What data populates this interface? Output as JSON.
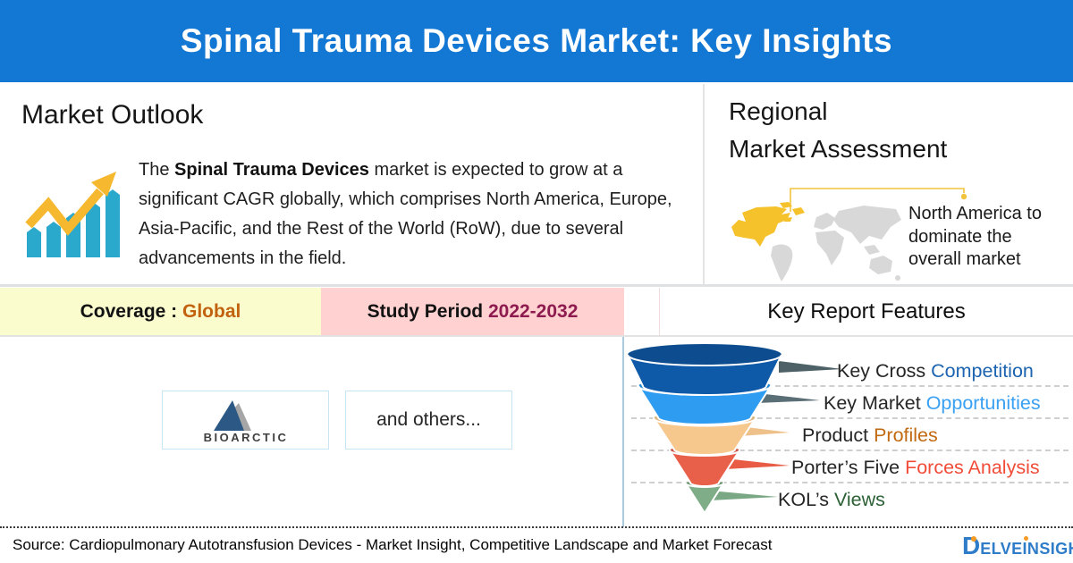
{
  "banner": {
    "title": "Spinal Trauma Devices Market: Key Insights",
    "bg_color": "#1377D4"
  },
  "market_outlook": {
    "heading": "Market Outlook",
    "body_before": "The ",
    "body_bold": "Spinal Trauma Devices",
    "body_after": " market is expected to grow at a significant CAGR globally, which comprises North America, Europe, Asia-Pacific, and the Rest of the World (RoW), due to several advancements in the field.",
    "icon_bar_color": "#2BA9CC",
    "icon_arrow_color": "#F5B82E"
  },
  "regional": {
    "heading_line1": "Regional",
    "heading_line2": "Market Assessment",
    "callout": "North America to dominate the overall market",
    "map_highlight_color": "#F5C22B",
    "map_base_color": "#D8D8D8",
    "connector_color": "#F2C43E"
  },
  "coverage": {
    "label": "Coverage :",
    "value": "Global",
    "value_color": "#C2610E",
    "bg_color": "#FBFCCE"
  },
  "study_period": {
    "label": "Study Period",
    "value": "2022-2032",
    "value_color": "#8E1B4F",
    "bg_color": "#FFD2D1"
  },
  "key_report_features": {
    "heading": "Key Report Features",
    "items": [
      {
        "prefix": "Key Cross ",
        "accent": "Competition",
        "accent_color": "#1C63B0",
        "segment_color": "#0F5AA8",
        "tail_color": "#4E6167"
      },
      {
        "prefix": "Key Market ",
        "accent": "Opportunities",
        "accent_color": "#3AA0F2",
        "segment_color": "#2E9CF1",
        "tail_color": "#5A6E75"
      },
      {
        "prefix": "Product ",
        "accent": "Profiles",
        "accent_color": "#C26A12",
        "segment_color": "#F6C88E",
        "tail_color": "#EEC08A"
      },
      {
        "prefix": "Porter’s Five ",
        "accent": "Forces Analysis",
        "accent_color": "#F04C38",
        "segment_color": "#E9604A",
        "tail_color": "#E85C45"
      },
      {
        "prefix": "KOL’s ",
        "accent": "Views",
        "accent_color": "#2C6135",
        "segment_color": "#7EAD87",
        "tail_color": "#7AA884"
      }
    ]
  },
  "companies": {
    "logo_text": "BIOARCTIC",
    "logo_blue": "#2B5884",
    "logo_gray": "#A6A6A6",
    "others_label": "and others..."
  },
  "footer": {
    "source": "Source: Cardiopulmonary Autotransfusion Devices - Market Insight, Competitive Landscape and Market Forecast",
    "brand_d": "D",
    "brand_elve": "ELVE",
    "brand_i": "I",
    "brand_nsight": "NSIGHT",
    "brand_color": "#2F7CC9",
    "brand_accent": "#F59A23"
  }
}
